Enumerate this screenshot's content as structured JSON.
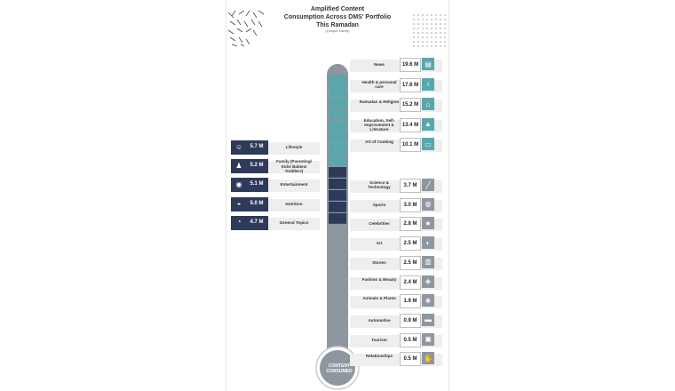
{
  "title_lines": [
    "Amplified Content",
    "Consumption Across DMS' Portfolio",
    "This Ramadan"
  ],
  "subtitle": "(Unique Users)",
  "bulb_text": [
    "CONTENT",
    "CONSUMED"
  ],
  "colors": {
    "teal": "#5aa7ab",
    "navy": "#2e3a5a",
    "grey": "#8e96a0",
    "tube": "#8e96a0",
    "white": "#ffffff"
  },
  "chart_data": {
    "type": "bar",
    "unit": "M",
    "groups": [
      {
        "color": "teal",
        "side": "right",
        "items": [
          {
            "label": "News",
            "value": 19.6,
            "text": "19.6 M",
            "icon": "newspaper-icon"
          },
          {
            "label": "Health & personal care",
            "value": 17.6,
            "text": "17.6 M",
            "icon": "stethoscope-icon"
          },
          {
            "label": "Ramadan & Religion",
            "value": 15.2,
            "text": "15.2 M",
            "icon": "mosque-icon"
          },
          {
            "label": "Education, Self-Improvement & Literature",
            "value": 13.4,
            "text": "13.4 M",
            "icon": "graduation-cap-icon"
          },
          {
            "label": "Art of Cooking",
            "value": 10.1,
            "text": "10.1 M",
            "icon": "cooking-pot-icon"
          }
        ]
      },
      {
        "color": "navy",
        "side": "left",
        "items": [
          {
            "label": "Lifestyle",
            "value": 5.7,
            "text": "5.7 M",
            "icon": "people-icon"
          },
          {
            "label": "Family (Parenting/ Kids/ Babies/ Toddlers)",
            "value": 5.2,
            "text": "5.2 M",
            "icon": "family-icon"
          },
          {
            "label": "Entertainment",
            "value": 5.1,
            "text": "5.1 M",
            "icon": "gamepad-icon"
          },
          {
            "label": "Nutrition",
            "value": 5.0,
            "text": "5.0 M",
            "icon": "food-icon"
          },
          {
            "label": "General Topics",
            "value": 4.7,
            "text": "4.7 M",
            "icon": "chat-bubble-icon"
          }
        ]
      },
      {
        "color": "grey",
        "side": "right",
        "items": [
          {
            "label": "Science & Technology",
            "value": 3.7,
            "text": "3.7 M",
            "icon": "test-tube-icon"
          },
          {
            "label": "Sports",
            "value": 3.0,
            "text": "3.0 M",
            "icon": "ball-icon"
          },
          {
            "label": "Celebrities",
            "value": 2.8,
            "text": "2.8 M",
            "icon": "star-icon"
          },
          {
            "label": "Art",
            "value": 2.5,
            "text": "2.5 M",
            "icon": "palette-icon"
          },
          {
            "label": "Stories",
            "value": 2.5,
            "text": "2.5 M",
            "icon": "book-icon"
          },
          {
            "label": "Fashion & Beauty",
            "value": 2.4,
            "text": "2.4 M",
            "icon": "mirror-icon"
          },
          {
            "label": "Animals & Plants",
            "value": 1.9,
            "text": "1.9 M",
            "icon": "paw-icon"
          },
          {
            "label": "Automotive",
            "value": 0.9,
            "text": "0.9 M",
            "icon": "car-icon"
          },
          {
            "label": "Tourism",
            "value": 0.5,
            "text": "0.5 M",
            "icon": "luggage-icon"
          },
          {
            "label": "Relationships",
            "value": 0.5,
            "text": "0.5 M",
            "icon": "hands-icon"
          }
        ]
      }
    ]
  }
}
